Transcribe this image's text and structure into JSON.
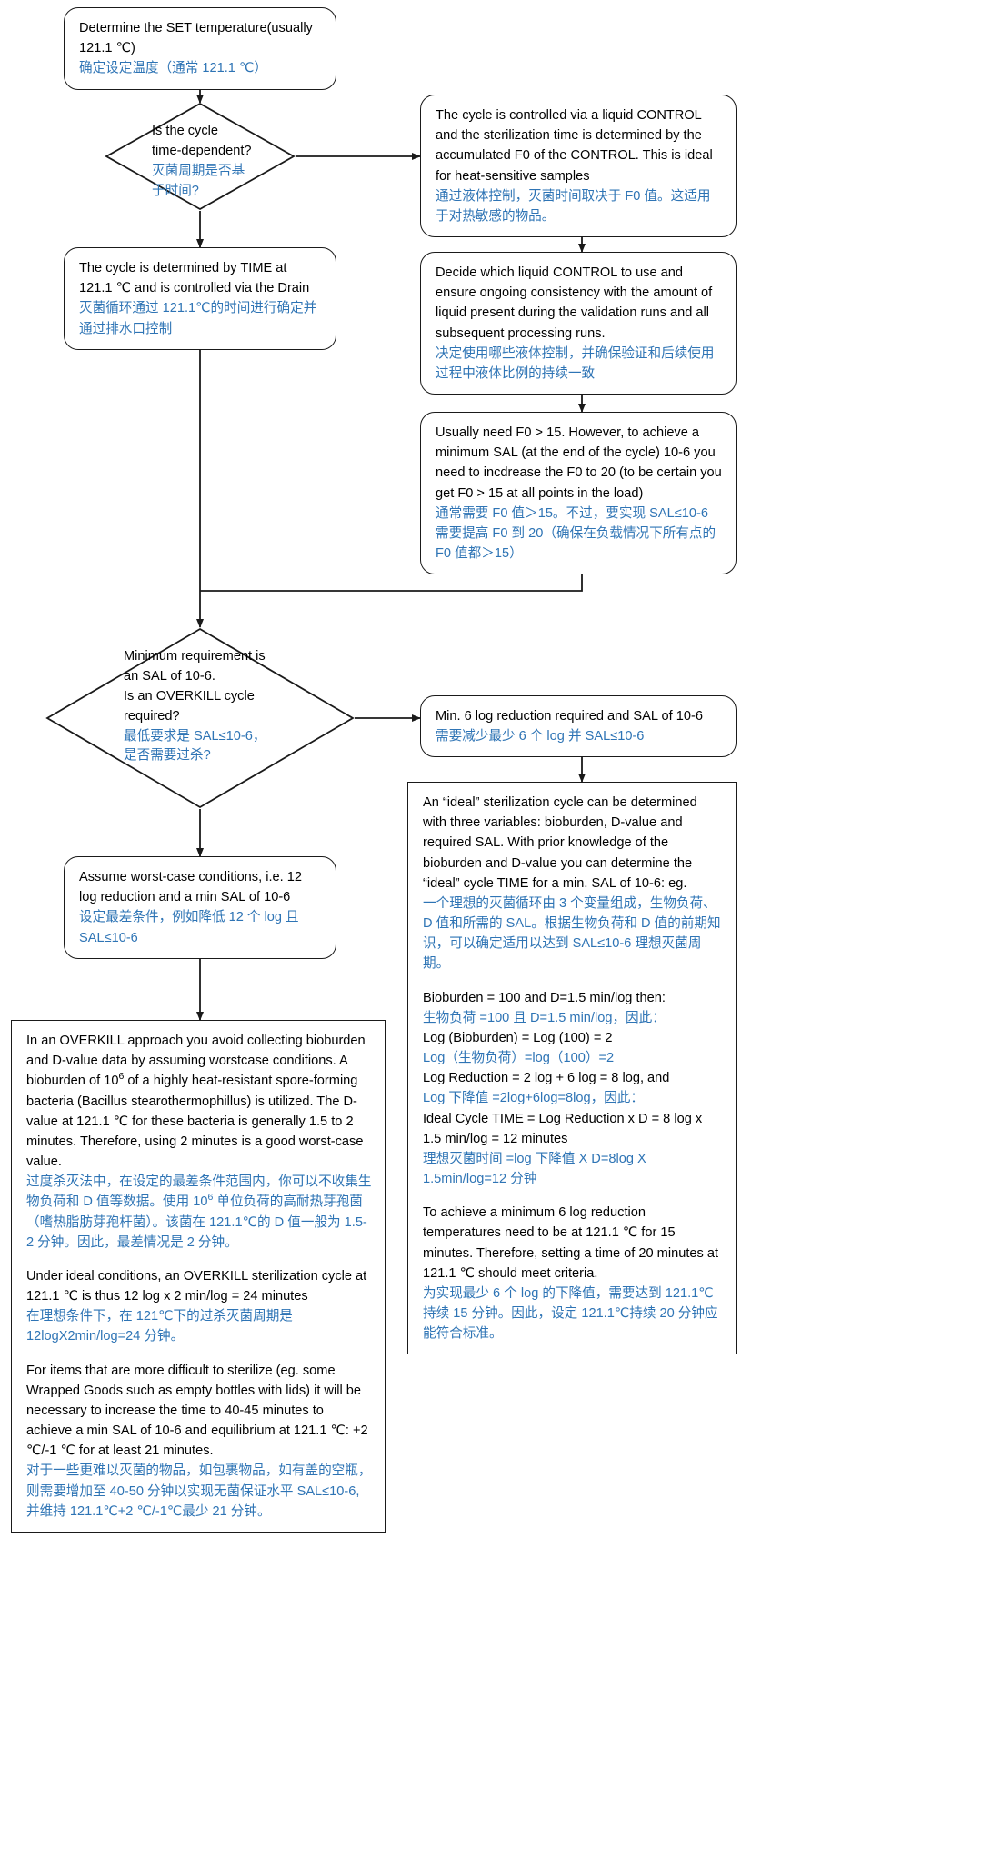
{
  "meta": {
    "title": "Sterilization Cycle Selection Flowchart",
    "accent_zh": "#2e74b5",
    "line_color": "#1a1a1a",
    "background": "#ffffff"
  },
  "nodes": {
    "set_temperature": {
      "shape": "rounded-rect",
      "en": "Determine the SET temperature(usually 121.1 ℃)",
      "zh": "确定设定温度（通常 121.1 ℃）"
    },
    "decision_time_dependent": {
      "shape": "diamond",
      "en_line1": "Is the cycle",
      "en_line2": "time-dependent?",
      "zh_line1": "灭菌周期是否基",
      "zh_line2": "于时间?"
    },
    "control_liquid": {
      "shape": "rounded-rect",
      "en": "The cycle is controlled via a liquid CONTROL and the sterilization time is determined by the accumulated F0 of the CONTROL. This is ideal for heat-sensitive samples",
      "zh": "通过液体控制，灭菌时间取决于 F0 值。这适用于对热敏感的物品。"
    },
    "time_drain": {
      "shape": "rounded-rect",
      "en": "The cycle is determined by TIME at 121.1 ℃ and is controlled via the Drain",
      "zh": "灭菌循环通过 121.1℃的时间进行确定并通过排水口控制"
    },
    "decide_control": {
      "shape": "rounded-rect",
      "en": "Decide which liquid CONTROL to use and ensure ongoing consistency with the amount of liquid present during the validation runs and all subsequent processing runs.",
      "zh": "决定使用哪些液体控制，并确保验证和后续使用过程中液体比例的持续一致"
    },
    "f0_requirement": {
      "shape": "rounded-rect",
      "en": "Usually need F0 > 15. However, to achieve a minimum SAL (at the end of the cycle) 10-6 you need to incdrease the F0 to 20 (to be certain you get F0 > 15 at all points in the load)",
      "zh": "通常需要 F0 值＞15。不过，要实现 SAL≤10-6 需要提高 F0 到 20（确保在负载情况下所有点的 F0 值都＞15）"
    },
    "decision_overkill": {
      "shape": "diamond",
      "en_line1": "Minimum requirement is",
      "en_line2": "an SAL of 10-6.",
      "en_line3": "Is an OVERKILL cycle",
      "en_line4": "required?",
      "zh_line1": "最低要求是 SAL≤10-6，",
      "zh_line2": "是否需要过杀?"
    },
    "min_log_reduction": {
      "shape": "rounded-rect",
      "en": "Min. 6 log reduction required and SAL of 10-6",
      "zh": "需要减少最少 6 个 log 并 SAL≤10-6"
    },
    "worst_case": {
      "shape": "rounded-rect",
      "en": "Assume worst-case conditions, i.e. 12 log reduction and a min SAL of 10-6",
      "zh": "设定最差条件，例如降低 12 个 log 且 SAL≤10-6"
    },
    "ideal_cycle": {
      "shape": "square-rect",
      "paragraphs": [
        {
          "en": "An “ideal” sterilization cycle can be determined with three variables: bioburden, D-value and required SAL. With prior knowledge of the bioburden and D-value you can determine the “ideal” cycle TIME for a min. SAL of 10-6: eg.",
          "zh": "一个理想的灭菌循环由 3 个变量组成，生物负荷、D 值和所需的 SAL。根据生物负荷和 D 值的前期知识，可以确定适用以达到 SAL≤10-6 理想灭菌周期。"
        },
        {
          "lines": [
            {
              "type": "en",
              "text": "Bioburden = 100 and D=1.5 min/log then:"
            },
            {
              "type": "zh",
              "text": "生物负荷 =100 且 D=1.5 min/log，因此："
            },
            {
              "type": "en",
              "text": "Log (Bioburden) = Log (100) = 2"
            },
            {
              "type": "zh",
              "text": "Log（生物负荷）=log（100）=2"
            },
            {
              "type": "en",
              "text": "Log Reduction = 2 log + 6 log = 8 log, and"
            },
            {
              "type": "zh",
              "text": "Log 下降值 =2log+6log=8log，因此："
            },
            {
              "type": "en",
              "text": "Ideal Cycle TIME = Log Reduction x D = 8 log x 1.5 min/log = 12 minutes"
            },
            {
              "type": "zh",
              "text": "理想灭菌时间 =log 下降值 X D=8log X 1.5min/log=12 分钟"
            }
          ]
        },
        {
          "en": "To achieve a minimum 6 log reduction temperatures need to be at 121.1 ℃ for 15 minutes. Therefore, setting a time of 20 minutes at 121.1 ℃ should meet criteria.",
          "zh": "为实现最少 6 个 log 的下降值，需要达到 121.1℃持续 15 分钟。因此，设定 121.1℃持续 20 分钟应能符合标准。"
        }
      ]
    },
    "overkill_detail": {
      "shape": "square-rect",
      "paragraphs": [
        {
          "en_pre": "In an OVERKILL approach you avoid collecting bioburden and D-value data by assuming worstcase conditions. A bioburden of 10",
          "en_sup": "6",
          "en_post": " of a highly heat-resistant spore-forming bacteria (Bacillus stearothermophillus) is utilized. The D-value at 121.1 ℃ for these bacteria is generally 1.5 to 2 minutes. Therefore, using 2 minutes is a good worst-case value.",
          "zh_pre": "过度杀灭法中，在设定的最差条件范围内，你可以不收集生物负荷和 D 值等数据。使用 10",
          "zh_sup": "6",
          "zh_post": " 单位负荷的高耐热芽孢菌（嗜热脂肪芽孢杆菌）。该菌在 121.1℃的 D 值一般为 1.5-2 分钟。因此，最差情况是 2 分钟。"
        },
        {
          "en": "Under ideal conditions, an OVERKILL sterilization cycle at 121.1 ℃ is thus 12 log x 2 min/log = 24 minutes",
          "zh": "在理想条件下，在 121℃下的过杀灭菌周期是 12logX2min/log=24 分钟。"
        },
        {
          "en": "For items that are more difficult to sterilize (eg. some Wrapped Goods such as empty bottles with lids) it will be necessary to increase the time to 40-45 minutes to achieve a min SAL of 10-6 and equilibrium at 121.1 ℃: +2 ℃/-1 ℃ for at least 21 minutes.",
          "zh": "对于一些更难以灭菌的物品，如包裹物品，如有盖的空瓶，则需要增加至 40-50 分钟以实现无菌保证水平 SAL≤10-6, 并维持 121.1℃+2 ℃/-1℃最少 21 分钟。"
        }
      ]
    }
  }
}
